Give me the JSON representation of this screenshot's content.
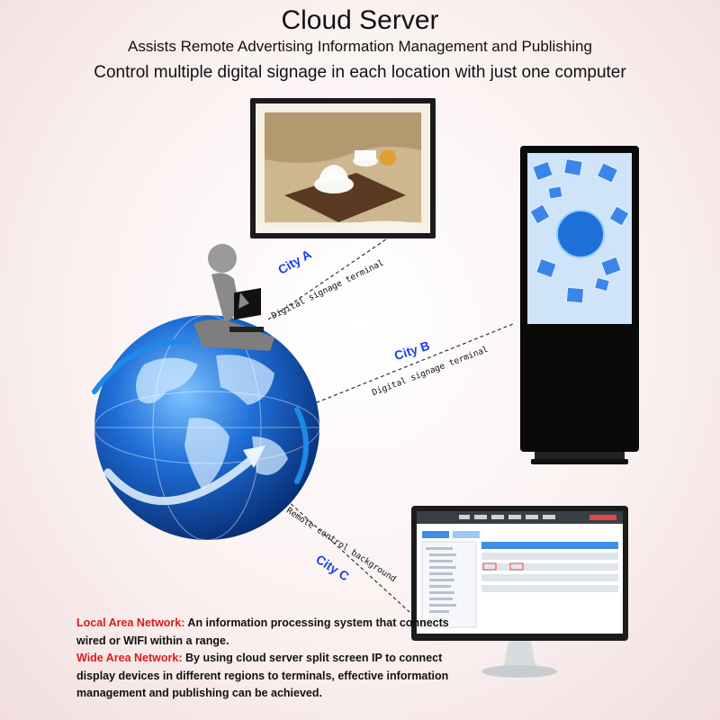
{
  "header": {
    "title": "Cloud Server",
    "subtitle": "Assists Remote Advertising Information Management and Publishing",
    "tagline": "Control multiple digital signage in each location with just one computer"
  },
  "cities": {
    "a": {
      "label": "City A",
      "terminal": "Digital signage terminal"
    },
    "b": {
      "label": "City B",
      "terminal": "Digital signage terminal"
    },
    "c": {
      "label": "City C",
      "terminal": "Remote control background"
    }
  },
  "description": {
    "lan_label": "Local Area Network:",
    "lan_text": " An information processing system that connects wired or WIFI within a range.",
    "wan_label": "Wide Area Network:",
    "wan_text": " By using cloud server split screen IP to connect display devices in different regions to terminals, effective information management and publishing can be achieved."
  },
  "colors": {
    "city_label": "#1a3ef0",
    "network_label": "#d61c1c",
    "globe_blue": "#1f6fd8"
  },
  "icons": [
    "globe-icon",
    "person-laptop-icon",
    "tv-screen-icon",
    "kiosk-icon",
    "monitor-icon"
  ]
}
